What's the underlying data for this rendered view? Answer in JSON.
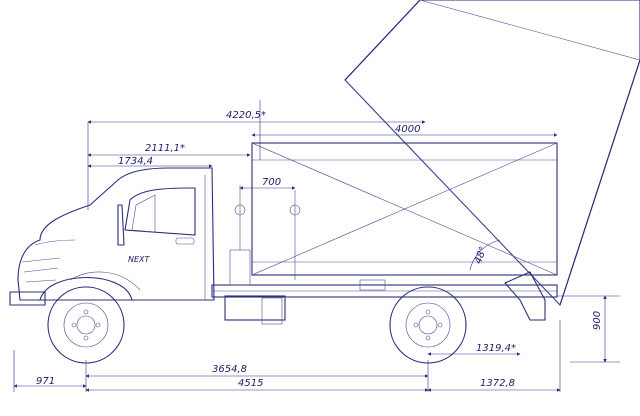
{
  "diagram": {
    "dimensions": {
      "overall_length": "4220,5*",
      "body_length": "4000",
      "cab_to_axle": "2111,1*",
      "cab_length": "1734,4",
      "hook_offset": "700",
      "wheelbase": "3654,8",
      "total_span": "4515",
      "front_overhang": "971",
      "rear_overhang": "1372,8",
      "rear_axle_offset": "1319,4*",
      "frame_height": "900",
      "tilt_angle": "48°"
    },
    "badge_text": "NEXT",
    "colors": {
      "line": "#2b2f7a",
      "paper": "#ffffff"
    }
  }
}
